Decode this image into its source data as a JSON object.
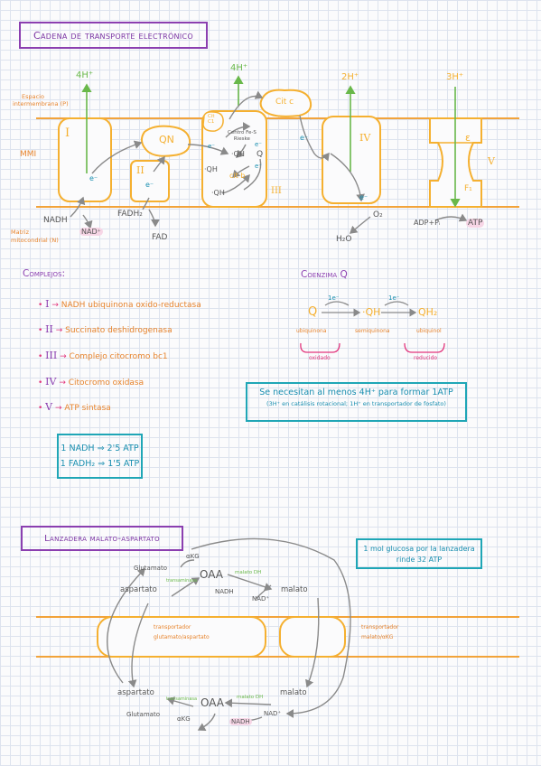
{
  "section1_title": "Cadena de transporte electrónico",
  "labels": {
    "espacio": "Espacio",
    "intermembrana": "intermembrana (P)",
    "mmi": "MMI",
    "matriz": "Matriz",
    "mitocondrial": "mitocondrial (N)",
    "h_4a": "4H⁺",
    "h_4b": "4H⁺",
    "h_2": "2H⁺",
    "h_3": "3H⁺",
    "c1": "I",
    "c2": "II",
    "c3": "III",
    "c4": "IV",
    "c5": "V",
    "epsilon": "ε",
    "f1": "F₁",
    "qn": "QN",
    "nadh": "NADH",
    "nad": "NAD⁺",
    "fadh2": "FADH₂",
    "fad": "FAD",
    "citc": "Cit c",
    "cit": "Cit",
    "c1sub": "C1",
    "centro1": "Centro Fe-S",
    "centro2": "Rieske",
    "qh_a": "·QH",
    "q_a": "Q",
    "qh_b": "·QH",
    "qh_c": "·QH",
    "citb": "cit b",
    "e": "e⁻",
    "o2": "O₂",
    "h2o": "H₂O",
    "adp": "ADP+Pᵢ",
    "atp": "ATP"
  },
  "complejos": {
    "title": "Complejos:",
    "items": [
      {
        "num": "I",
        "name": "NADH ubiquinona oxido-reductasa"
      },
      {
        "num": "II",
        "name": "Succinato deshidrogenasa"
      },
      {
        "num": "III",
        "name": "Complejo citocromo bc1"
      },
      {
        "num": "IV",
        "name": "Citocromo oxidasa"
      },
      {
        "num": "V",
        "name": "ATP sintasa"
      }
    ]
  },
  "coenzima": {
    "title": "Coenzima Q",
    "q": "Q",
    "qh": "·QH",
    "qh2": "QH₂",
    "e1": "1e⁻",
    "e2": "1e⁻",
    "ubiquinona": "ubiquinona",
    "semiquinona": "semiquinona",
    "ubiquinol": "ubiquinol",
    "oxidado": "oxidado",
    "reducido": "reducido"
  },
  "note": {
    "line1": "Se necesitan al menos 4H⁺ para formar 1ATP",
    "line2": "(3H⁺ en catálisis rotacional; 1H⁺ en transportador de fosfato)"
  },
  "atp_box": {
    "line1": "1 NADH ⇒ 2'5 ATP",
    "line2": "1 FADH₂ ⇒ 1'5 ATP"
  },
  "section2_title": "Lanzadera malato-aspartato",
  "glucosa": {
    "line1": "1 mol glucosa por la lanzadera",
    "line2": "rinde 32 ATP"
  },
  "lanzadera": {
    "akg_top": "αKG",
    "glutamato_top": "Glutamato",
    "transaminasa_top": "transaminasa",
    "aspartato_top": "aspartato",
    "oaa_top": "OAA",
    "malato_dh_top": "malato DH",
    "nadh_top": "NADH",
    "nad_top": "NAD⁺",
    "malato_top": "malato",
    "transp1_l1": "transportador",
    "transp1_l2": "glutamato/aspartato",
    "transp2_l1": "transportador",
    "transp2_l2": "malato/αKG",
    "aspartato_bot": "aspartato",
    "transaminasa_bot": "transaminasa",
    "oaa_bot": "OAA",
    "malato_dh_bot": "malato DH",
    "malato_bot": "malato",
    "glutamato_bot": "Glutamato",
    "akg_bot": "αKG",
    "nadh_bot": "NADH",
    "nad_bot": "NAD⁺"
  }
}
